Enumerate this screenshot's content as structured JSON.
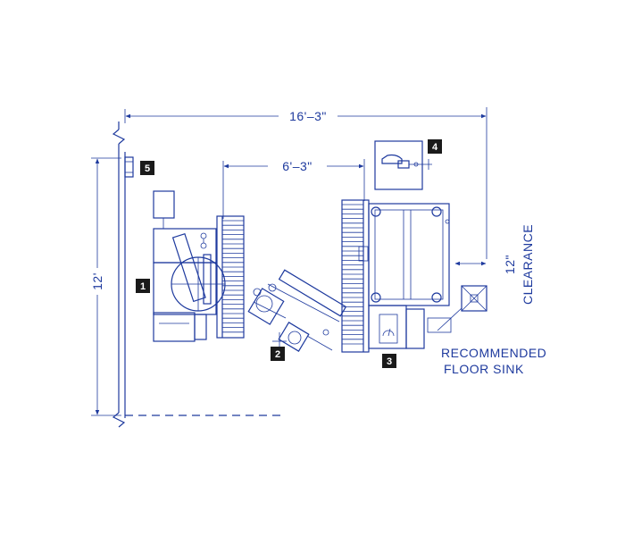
{
  "dimensions": {
    "overall_width": "16'–3\"",
    "conveyor_gap": "6'–3\"",
    "overall_depth": "12'",
    "clearance_value": "12\"",
    "clearance_label": "CLEARANCE"
  },
  "labels": {
    "floor_sink_line1": "RECOMMENDED",
    "floor_sink_line2": "FLOOR SINK"
  },
  "badges": [
    "1",
    "2",
    "3",
    "4",
    "5"
  ],
  "colors": {
    "line": "#1e3a9e",
    "badge": "#1a1a1a"
  }
}
